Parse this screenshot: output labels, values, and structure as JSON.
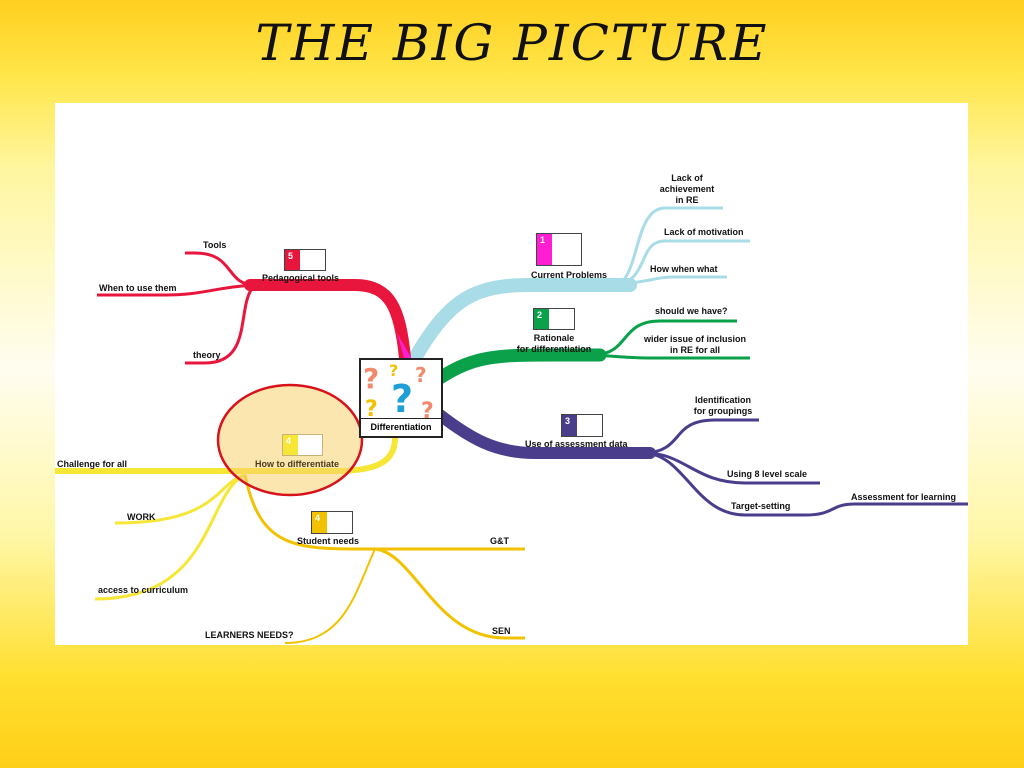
{
  "slide": {
    "title": "THE BIG PICTURE"
  },
  "center": {
    "label": "Differentiation"
  },
  "branches": {
    "problems": {
      "number": "1",
      "title": "Current Problems",
      "color": "#ff1ed2",
      "sub": [
        "Lack of\nachievement\nin RE",
        "Lack of motivation",
        "How when what"
      ]
    },
    "rationale": {
      "number": "2",
      "title": "Rationale\nfor differentiation",
      "color": "#0aa14a",
      "sub": [
        "should we have?",
        "wider issue of inclusion\nin RE for all"
      ]
    },
    "assessment": {
      "number": "3",
      "title": "Use of assessment data",
      "color": "#4a3d8c",
      "sub": [
        "Identification\nfor groupings",
        "Using 8 level scale",
        "Target-setting",
        "Assessment for learning"
      ]
    },
    "student_needs": {
      "number": "4",
      "title": "Student needs",
      "color": "#f2c200",
      "sub": [
        "G&T",
        "SEN",
        "LEARNERS NEEDS?"
      ]
    },
    "how_to": {
      "number": "4",
      "title": "How to differentiate",
      "color": "#f6e636",
      "sub": [
        "Challenge for all",
        "WORK",
        "access to curriculum"
      ]
    },
    "pedagogical": {
      "number": "5",
      "title": "Pedagogical tools",
      "color": "#e8153d",
      "sub": [
        "Tools",
        "When to use them",
        "theory"
      ]
    }
  }
}
